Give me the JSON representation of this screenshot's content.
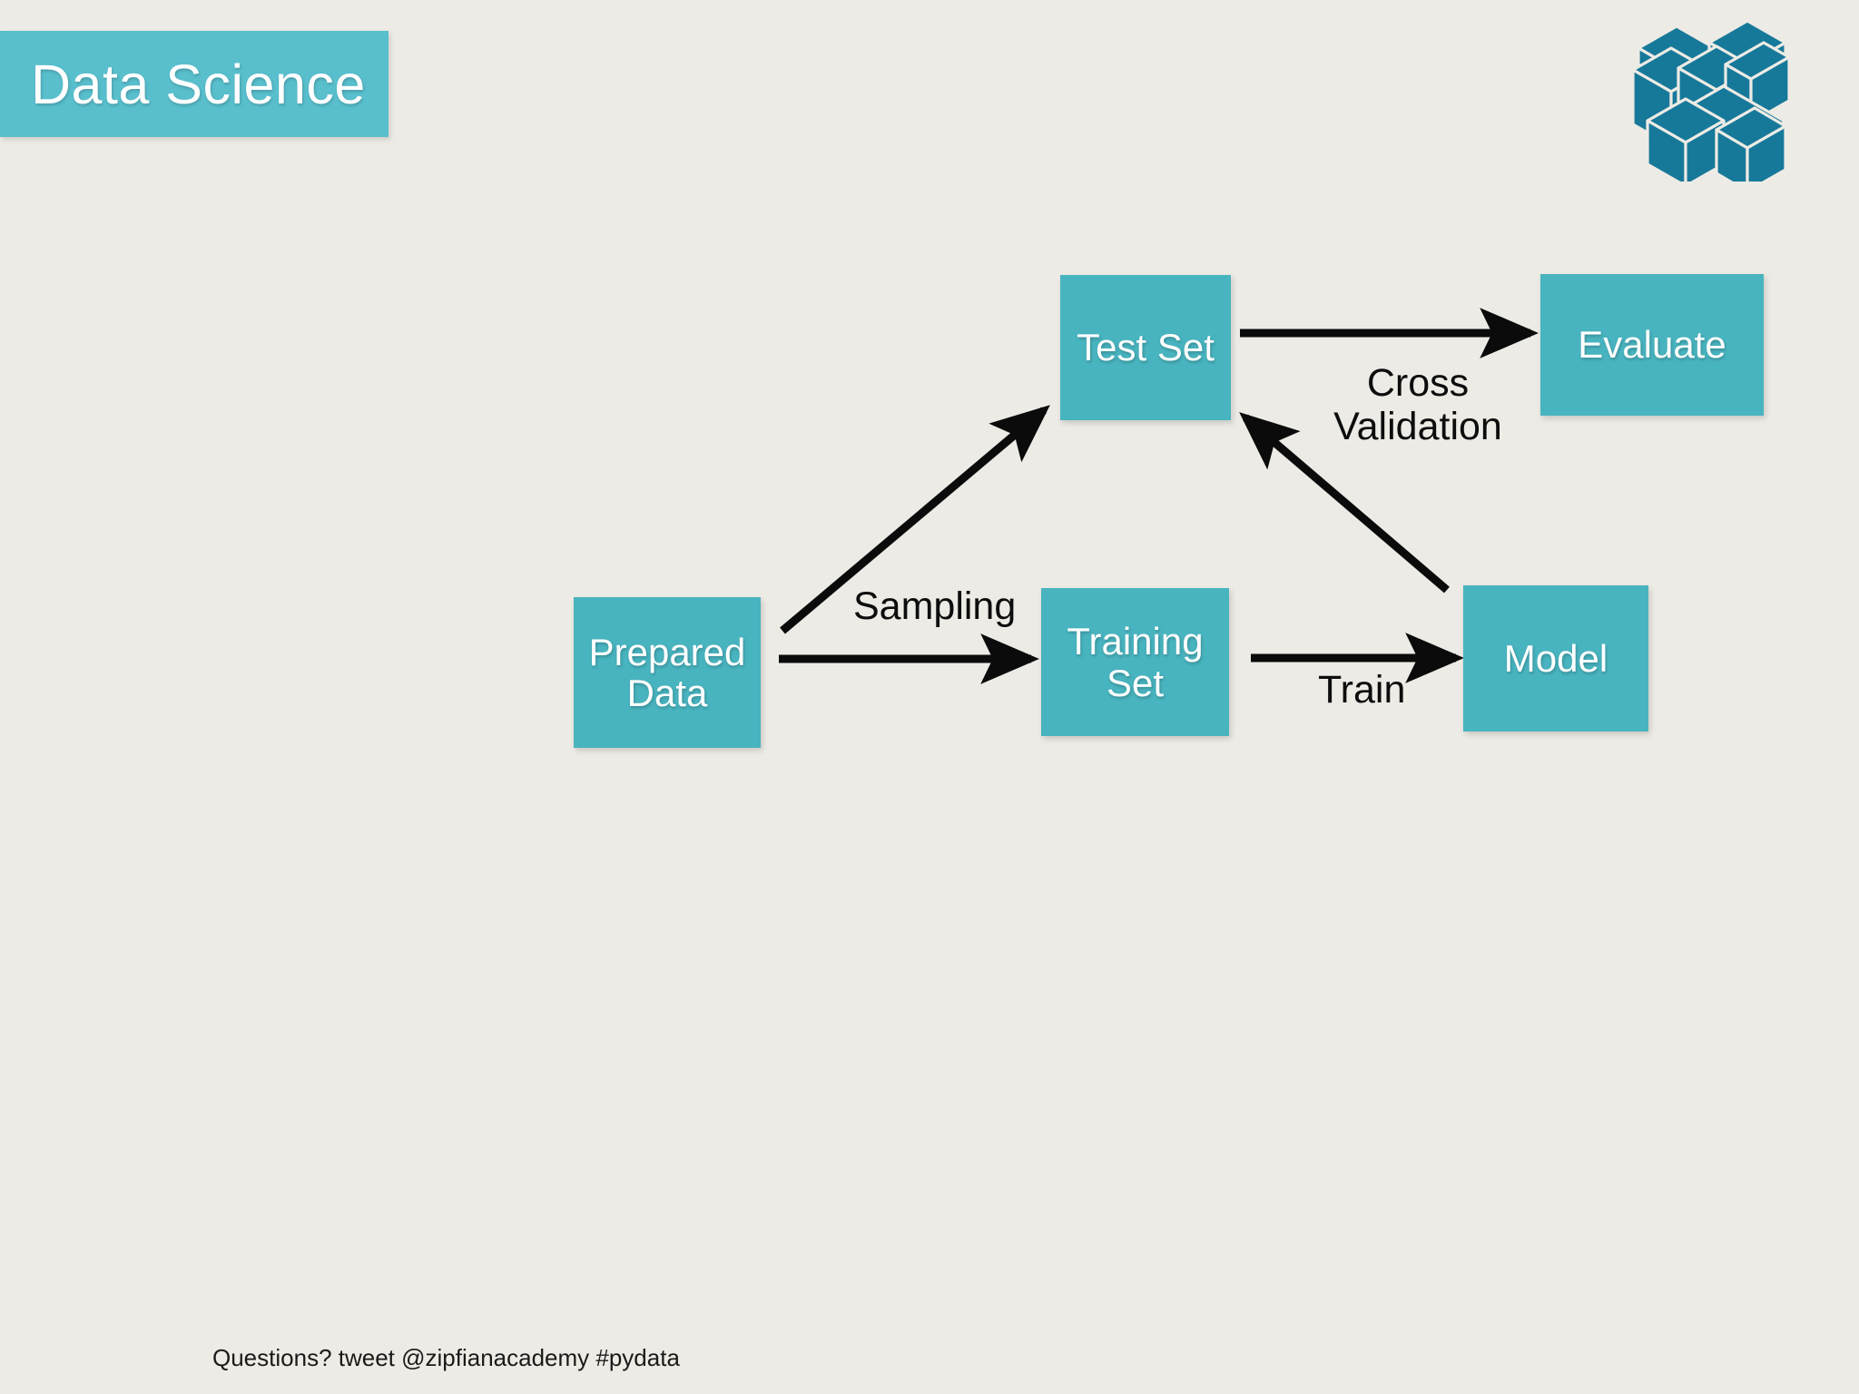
{
  "slide": {
    "title": "Data Science",
    "background_color": "#edebe5",
    "title_bar_color": "#59bfcd",
    "node_color": "#48b4bf",
    "logo_color": "#17799a",
    "footer": "Questions? tweet @zipfianacademy #pydata"
  },
  "logo": {
    "name": "pydata-logo",
    "alt": "PyData isometric cube logo"
  },
  "diagram": {
    "title": "Machine learning workflow",
    "nodes": [
      {
        "id": "prepared-data",
        "label": "Prepared\nData"
      },
      {
        "id": "test-set",
        "label": "Test Set"
      },
      {
        "id": "training-set",
        "label": "Training\nSet"
      },
      {
        "id": "model",
        "label": "Model"
      },
      {
        "id": "evaluate",
        "label": "Evaluate"
      }
    ],
    "edges": [
      {
        "id": "sampling-to-test",
        "from": "prepared-data",
        "to": "test-set",
        "label": "Sampling"
      },
      {
        "id": "sampling-to-train",
        "from": "prepared-data",
        "to": "training-set",
        "label": ""
      },
      {
        "id": "train",
        "from": "training-set",
        "to": "model",
        "label": "Train"
      },
      {
        "id": "cross-validation",
        "from": "model",
        "to": "test-set",
        "label": "Cross\nValidation"
      },
      {
        "id": "evaluate-edge",
        "from": "test-set",
        "to": "evaluate",
        "label": ""
      }
    ],
    "edge_labels": {
      "sampling": "Sampling",
      "train": "Train",
      "cross_validation": "Cross\nValidation"
    }
  }
}
